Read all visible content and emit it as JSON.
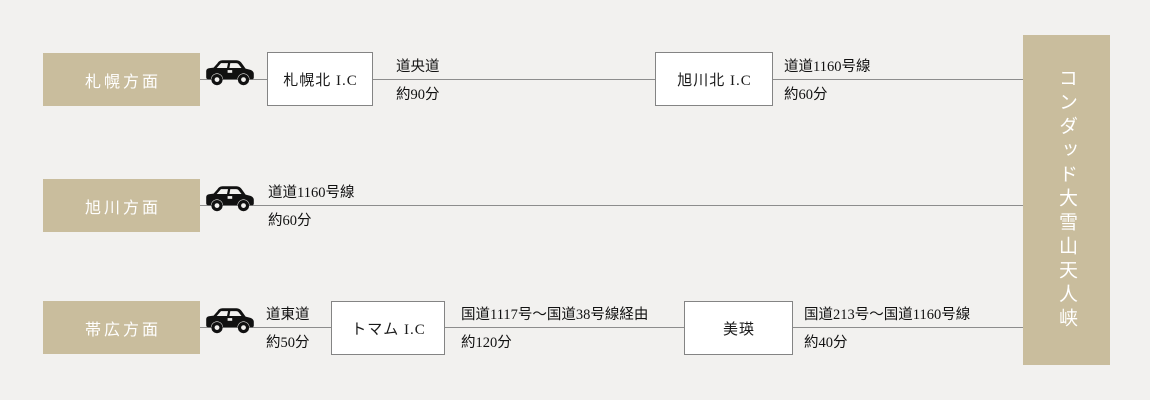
{
  "colors": {
    "background": "#f2f1ef",
    "tan_block": "#c9bd9d",
    "line": "#8d8d8d",
    "box_border": "#848484",
    "box_fill": "#ffffff",
    "text": "#111111",
    "tan_block_text": "#ffffff"
  },
  "destination": {
    "name": "コンダッド大雪山天人峡"
  },
  "routes": [
    {
      "origin": "札幌方面",
      "icon": "car-icon",
      "nodes": [
        {
          "label": "札幌北 I.C"
        },
        {
          "label": "旭川北 I.C"
        }
      ],
      "segments": [
        {
          "road": "道央道",
          "time": "約90分"
        },
        {
          "road": "道道1160号線",
          "time": "約60分"
        }
      ]
    },
    {
      "origin": "旭川方面",
      "icon": "car-icon",
      "nodes": [],
      "segments": [
        {
          "road": "道道1160号線",
          "time": "約60分"
        }
      ]
    },
    {
      "origin": "帯広方面",
      "icon": "car-icon",
      "nodes": [
        {
          "label": "トマム I.C"
        },
        {
          "label": "美瑛"
        }
      ],
      "segments": [
        {
          "road": "道東道",
          "time": "約50分"
        },
        {
          "road": "国道1117号～国道38号線経由",
          "time": "約120分"
        },
        {
          "road": "国道213号～国道1160号線",
          "time": "約40分"
        }
      ]
    }
  ]
}
